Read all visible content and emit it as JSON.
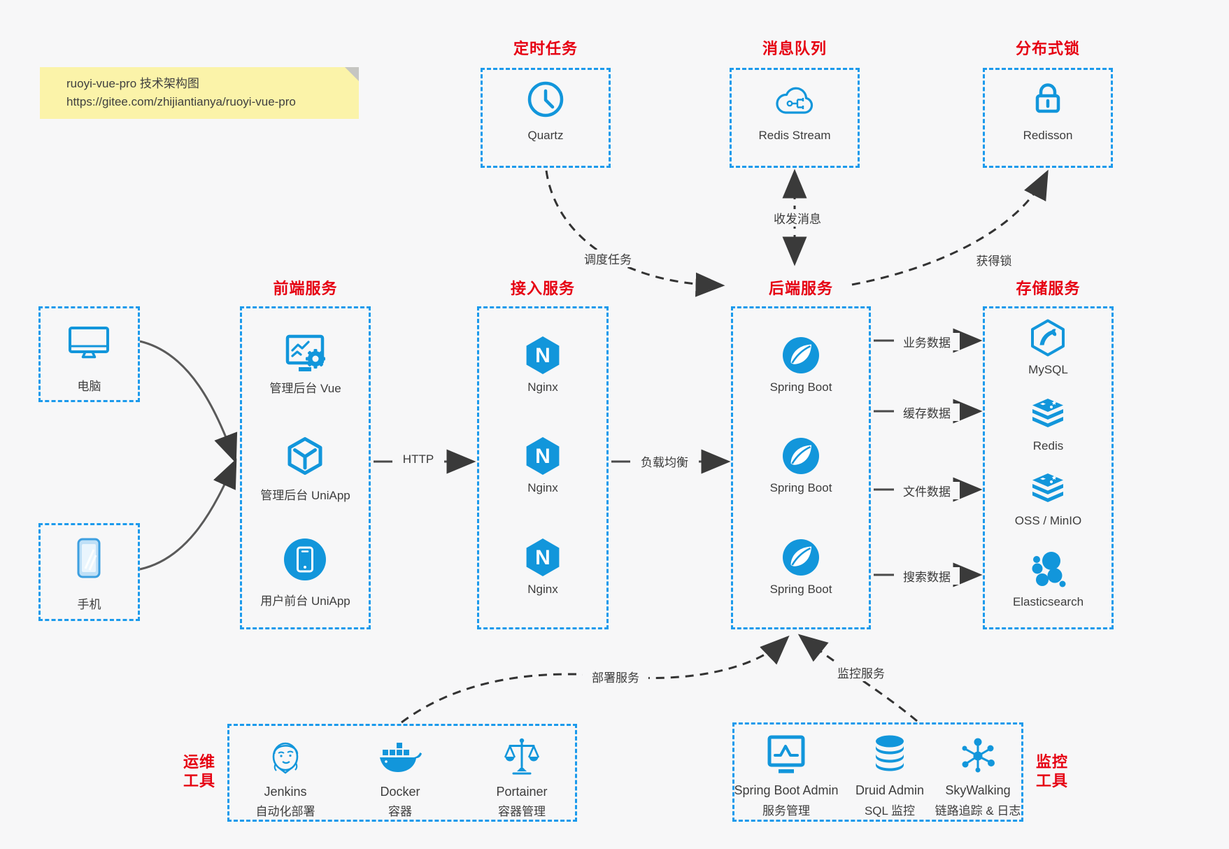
{
  "colors": {
    "accent_blue": "#1296db",
    "border_blue": "#1b9aec",
    "title_red": "#e60012",
    "arrow_dark": "#3a3a3a",
    "note_bg": "#fbf3a9",
    "canvas_bg": "#f7f7f8"
  },
  "note": {
    "line1": "ruoyi-vue-pro 技术架构图",
    "line2": "https://gitee.com/zhijiantianya/ruoyi-vue-pro"
  },
  "top_groups": [
    {
      "title": "定时任务",
      "item": {
        "label": "Quartz",
        "icon": "clock-icon"
      }
    },
    {
      "title": "消息队列",
      "item": {
        "label": "Redis Stream",
        "icon": "cloud-message-icon"
      }
    },
    {
      "title": "分布式锁",
      "item": {
        "label": "Redisson",
        "icon": "lock-icon"
      }
    }
  ],
  "clients": [
    {
      "label": "电脑",
      "icon": "desktop-icon"
    },
    {
      "label": "手机",
      "icon": "smartphone-icon"
    }
  ],
  "columns": [
    {
      "title": "前端服务",
      "items": [
        {
          "label": "管理后台 Vue",
          "icon": "admin-vue-icon"
        },
        {
          "label": "管理后台 UniApp",
          "icon": "uniapp-cube-icon"
        },
        {
          "label": "用户前台 UniApp",
          "icon": "user-app-icon"
        }
      ]
    },
    {
      "title": "接入服务",
      "items": [
        {
          "label": "Nginx",
          "icon": "nginx-icon"
        },
        {
          "label": "Nginx",
          "icon": "nginx-icon"
        },
        {
          "label": "Nginx",
          "icon": "nginx-icon"
        }
      ]
    },
    {
      "title": "后端服务",
      "items": [
        {
          "label": "Spring Boot",
          "icon": "spring-boot-icon"
        },
        {
          "label": "Spring Boot",
          "icon": "spring-boot-icon"
        },
        {
          "label": "Spring Boot",
          "icon": "spring-boot-icon"
        }
      ]
    },
    {
      "title": "存储服务",
      "items": [
        {
          "label": "MySQL",
          "icon": "mysql-icon"
        },
        {
          "label": "Redis",
          "icon": "redis-icon"
        },
        {
          "label": "OSS / MinIO",
          "icon": "oss-icon"
        },
        {
          "label": "Elasticsearch",
          "icon": "elasticsearch-icon"
        }
      ]
    }
  ],
  "edges": {
    "http": "HTTP",
    "load_balance": "负载均衡",
    "schedule": "调度任务",
    "message": "收发消息",
    "lock": "获得锁",
    "business": "业务数据",
    "cache": "缓存数据",
    "file": "文件数据",
    "search": "搜索数据",
    "deploy": "部署服务",
    "monitor": "监控服务"
  },
  "nginx_letter": "N",
  "ops_tools": {
    "side_lines": [
      "运维",
      "工具"
    ],
    "items": [
      {
        "name": "Jenkins",
        "desc": "自动化部署",
        "icon": "jenkins-icon"
      },
      {
        "name": "Docker",
        "desc": "容器",
        "icon": "docker-icon"
      },
      {
        "name": "Portainer",
        "desc": "容器管理",
        "icon": "portainer-icon"
      }
    ]
  },
  "monitor_tools": {
    "side_lines": [
      "监控",
      "工具"
    ],
    "items": [
      {
        "name": "Spring Boot Admin",
        "desc": "服务管理",
        "icon": "spring-boot-admin-icon"
      },
      {
        "name": "Druid Admin",
        "desc": "SQL 监控",
        "icon": "druid-db-icon"
      },
      {
        "name": "SkyWalking",
        "desc": "链路追踪 & 日志",
        "icon": "skywalking-icon"
      }
    ]
  }
}
